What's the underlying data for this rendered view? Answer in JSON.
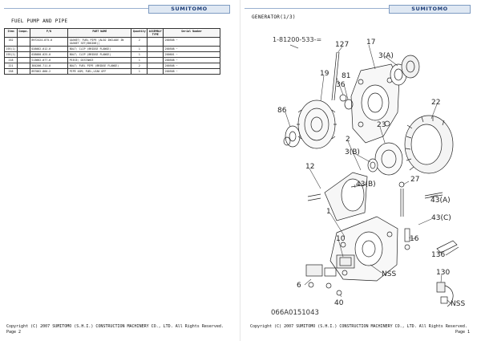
{
  "brand": "SUMITOMO",
  "left_page": {
    "title": "FUEL PUMP AND PIPE",
    "table": {
      "headers": [
        "Item",
        "Compo.",
        "P/N",
        "PART NAME",
        "Quantity",
        "ASSEMBLY TYPE",
        "Serial Number"
      ],
      "rows": [
        [
          "162",
          "",
          "8972424-875-0",
          "GASKET; FUEL PIPE (ALSO INCLUDE IN GASKET SET(ENGINE))",
          "2",
          "",
          "200508 ~"
        ],
        [
          "195(1)",
          "",
          "028082-012-0",
          "BOLT; CLIP (BRIDGE FLANGE)",
          "1",
          "",
          "200508 ~"
        ],
        [
          "195(2)",
          "",
          "028080-025-0",
          "BOLT; CLIP (BRIDGE FLANGE)",
          "1",
          "",
          "200601 ~"
        ],
        [
          "218",
          "",
          "S13662-077-0",
          "PIECE; DISTANCE",
          "1",
          "",
          "200508 ~"
        ],
        [
          "221",
          "",
          "384206-711-0",
          "BOLT; FUEL PIPE (BRIDGE FLANGE)",
          "2",
          "",
          "200508 ~"
        ],
        [
          "258",
          "",
          "897062-860-2",
          "PIPE ASM; FUEL,LEAK OFF",
          "1",
          "",
          "200508 ~"
        ]
      ]
    },
    "copyright": "Copyright (C) 2007 SUMITOMO (S.H.I.) CONSTRUCTION MACHINERY CO., LTD. All Rights Reserved.",
    "page_label": "Page 2"
  },
  "right_page": {
    "title": "GENERATOR(1/3)",
    "assembly_pn": "1-81200-533-=",
    "figure_id": "066A0151043",
    "copyright": "Copyright (C) 2007 SUMITOMO (S.H.I.) CONSTRUCTION MACHINERY CO., LTD. All Rights Reserved.",
    "page_label": "Page 1",
    "callouts": [
      "127",
      "17",
      "3(A)",
      "81",
      "36",
      "19",
      "86",
      "22",
      "23",
      "2",
      "3(B)",
      "12",
      "43(B)",
      "27",
      "43(A)",
      "1",
      "43(C)",
      "10",
      "16",
      "136",
      "NSS",
      "130",
      "6",
      "40",
      "NSS"
    ]
  }
}
